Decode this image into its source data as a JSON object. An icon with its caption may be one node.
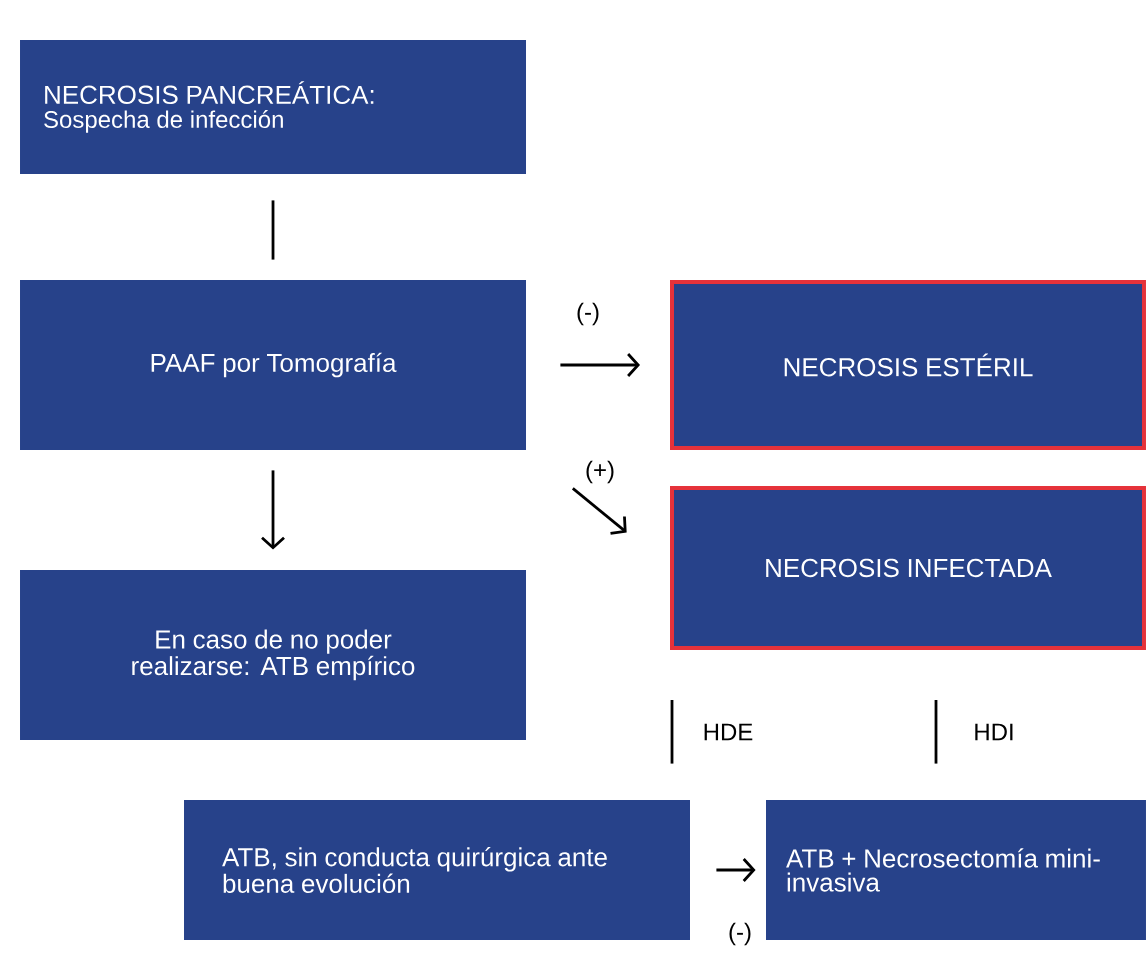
{
  "diagram": {
    "nodes": [
      {
        "text": [
          "NECROSIS PANCREÁTICA:",
          "Sospecha de infección"
        ]
      },
      {
        "text": [
          "PAAF por Tomografía"
        ]
      },
      {
        "text": [
          "NECROSIS ESTÉRIL"
        ]
      },
      {
        "text": [
          "NECROSIS INFECTADA"
        ]
      },
      {
        "text": [
          "En caso de no poder realizarse: ATB empírico"
        ]
      },
      {
        "text": [
          "ATB, sin conducta quirúrgica ante buena evolución"
        ]
      },
      {
        "text": [
          "ATB + Necrosectomía mini-invasiva"
        ]
      }
    ],
    "edges": [
      {
        "from": 0,
        "to": 1,
        "arrow": "none"
      },
      {
        "from": 1,
        "to": 2,
        "arrow": "to",
        "label": "(-)"
      },
      {
        "from": 1,
        "to": 3,
        "arrow": "to",
        "label": "(+)"
      },
      {
        "from": 1,
        "to": 4,
        "arrow": "to"
      },
      {
        "from": 3,
        "to": 5,
        "arrow": "none",
        "label": "HDE"
      },
      {
        "from": 3,
        "to": 6,
        "arrow": "none",
        "label": "HDI"
      },
      {
        "from": 5,
        "to": 6,
        "arrow": "to",
        "label": "(-)"
      }
    ]
  }
}
